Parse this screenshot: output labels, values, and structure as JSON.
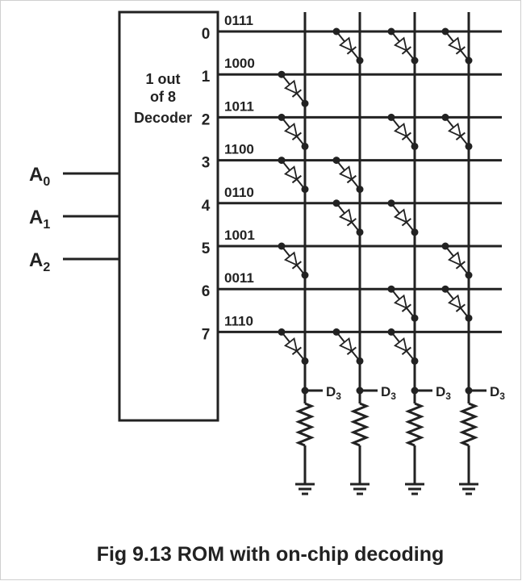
{
  "decoder": {
    "label_lines": [
      "1 out",
      "of 8",
      "Decoder"
    ]
  },
  "inputs": [
    {
      "main": "A",
      "sub": "0"
    },
    {
      "main": "A",
      "sub": "1"
    },
    {
      "main": "A",
      "sub": "2"
    }
  ],
  "rows": [
    {
      "num": "0",
      "code": "0111"
    },
    {
      "num": "1",
      "code": "1000"
    },
    {
      "num": "2",
      "code": "1011"
    },
    {
      "num": "3",
      "code": "1100"
    },
    {
      "num": "4",
      "code": "0110"
    },
    {
      "num": "5",
      "code": "1001"
    },
    {
      "num": "6",
      "code": "0011"
    },
    {
      "num": "7",
      "code": "1110"
    }
  ],
  "outputs": [
    {
      "main": "D",
      "sub": "3"
    },
    {
      "main": "D",
      "sub": "3"
    },
    {
      "main": "D",
      "sub": "3"
    },
    {
      "main": "D",
      "sub": "3"
    }
  ],
  "caption": "Fig 9.13 ROM with on-chip decoding",
  "colors": {
    "line": "#222222",
    "background": "#ffffff",
    "border": "#cfcfcf"
  }
}
